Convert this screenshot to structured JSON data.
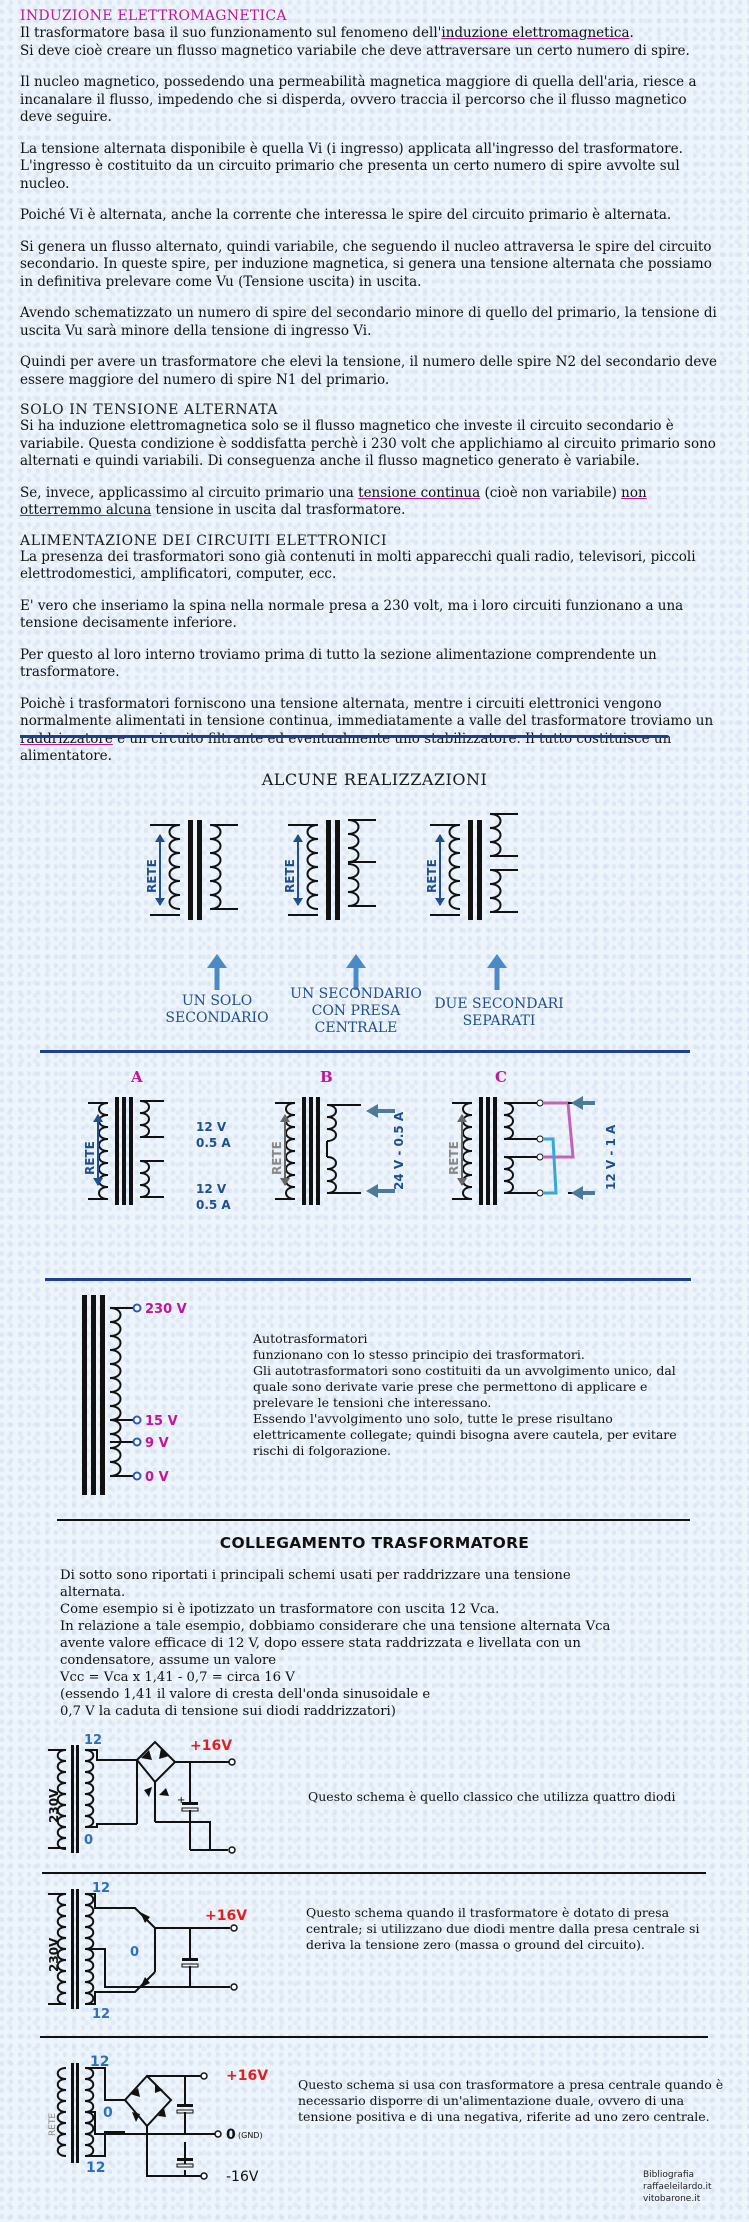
{
  "section1": {
    "title": "INDUZIONE ELETTROMAGNETICA",
    "p1a": "Il trasformatore basa il suo funzionamento sul fenomeno dell'",
    "p1link": "induzione elettromagnetica",
    "p1b": ".",
    "p1c": "Si deve cioè creare un flusso magnetico variabile che deve attraversare un certo numero di spire.",
    "p2": "Il nucleo magnetico, possedendo una permeabilità magnetica maggiore di quella dell'aria, riesce a incanalare il flusso, impedendo che si disperda, ovvero traccia il percorso che il flusso magnetico deve seguire.",
    "p3": "La tensione alternata disponibile è quella Vi (i ingresso) applicata all'ingresso del trasformatore. L'ingresso è costituito da un circuito primario che presenta un certo numero di spire avvolte sul nucleo.",
    "p4": "Poiché Vi è alternata, anche la corrente che interessa le spire del circuito primario è alternata.",
    "p5": "Si genera un flusso alternato, quindi variabile, che seguendo il nucleo attraversa le spire del circuito secondario. In queste spire, per induzione magnetica, si genera una tensione alternata che possiamo in definitiva prelevare come Vu (Tensione uscita) in uscita.",
    "p6": "Avendo schematizzato un numero di spire del secondario minore di quello del primario, la tensione di uscita Vu sarà minore della tensione di ingresso Vi.",
    "p7": "Quindi per avere un trasformatore che elevi la tensione, il numero delle spire N2 del secondario deve essere maggiore del numero di spire N1 del primario."
  },
  "section2": {
    "title": "SOLO IN TENSIONE ALTERNATA",
    "p1": "Si ha induzione elettromagnetica solo se il flusso magnetico che investe il circuito secondario è variabile. Questa condizione è soddisfatta perchè i 230 volt che applichiamo al circuito primario sono alternati e quindi variabili. Di conseguenza anche il flusso magnetico generato è variabile.",
    "p2a": "Se, invece, applicassimo al circuito primario una ",
    "p2link1": "tensione continua",
    "p2b": " (cioè non variabile) ",
    "p2link2": "non otterremmo alcuna",
    "p2c": " tensione in uscita dal trasformatore."
  },
  "section3": {
    "title": "ALIMENTAZIONE DEI CIRCUITI ELETTRONICI",
    "p1": "La presenza dei trasformatori sono già contenuti in molti apparecchi quali radio, televisori, piccoli elettrodomestici, amplificatori, computer, ecc.",
    "p2": "E' vero che inseriamo la spina nella normale presa a 230 volt, ma i loro circuiti funzionano a una tensione decisamente inferiore.",
    "p3": "Per questo al loro interno troviamo prima di tutto la sezione alimentazione comprendente un trasformatore.",
    "p4a": "Poichè i trasformatori forniscono una tensione alternata, mentre i circuiti elettronici vengono normalmente alimentati in tensione continua, immediatamente a valle del trasformatore troviamo un ",
    "p4link": "raddrizzatore",
    "p4b": " e un circuito filtrante ed eventualmente uno stabilizzatore. Il tutto costituisce un alimentatore."
  },
  "realizzazioni": {
    "title": "ALCUNE REALIZZAZIONI",
    "rete": "RETE",
    "cap1": [
      "UN SOLO",
      "SECONDARIO"
    ],
    "cap2": [
      "UN SECONDARIO",
      "CON PRESA",
      "CENTRALE"
    ],
    "cap3": [
      "DUE SECONDARI",
      "SEPARATI"
    ]
  },
  "abc": {
    "A": "A",
    "B": "B",
    "C": "C",
    "rete": "RETE",
    "a_v1": "12 V",
    "a_i1": "0.5 A",
    "a_v2": "12 V",
    "a_i2": "0.5 A",
    "b_label": "24 V - 0.5 A",
    "c_label": "12 V - 1 A"
  },
  "auto": {
    "v230": "230 V",
    "v15": "15 V",
    "v9": "9 V",
    "v0": "0 V",
    "title": "Autotrasformatori",
    "l1": "funzionano con lo stesso principio dei trasformatori.",
    "l2": "Gli autotrasformatori sono costituiti da un avvolgimento unico, dal quale sono derivate varie prese che permettono di applicare e prelevare le tensioni che interessano.",
    "l3": "Essendo l'avvolgimento uno solo, tutte le prese risultano elettricamente collegate; quindi bisogna avere cautela, per evitare rischi di folgorazione."
  },
  "collegamento": {
    "title": "COLLEGAMENTO TRASFORMATORE",
    "l1": "Di sotto sono riportati i principali schemi usati per raddrizzare una tensione alternata.",
    "l2": "Come esempio si è ipotizzato un trasformatore con uscita 12 Vca.",
    "l3": "In relazione a tale esempio, dobbiamo considerare che una tensione alternata Vca avente valore efficace di 12 V, dopo essere stata raddrizzata e livellata con un condensatore, assume un valore",
    "l4": "Vcc = Vca x 1,41 - 0,7 = circa 16 V",
    "l5": "(essendo 1,41 il valore di cresta dell'onda sinusoidale e",
    "l6": "0,7 V la caduta di tensione sui diodi raddrizzatori)"
  },
  "schema1": {
    "v230": "230V",
    "v12": "12",
    "v0": "0",
    "vout": "+16V",
    "o1": "o",
    "o2": "o",
    "desc": "Questo schema è quello classico che utilizza quattro diodi"
  },
  "schema2": {
    "v230": "230V",
    "v12a": "12",
    "v12b": "12",
    "v0": "0",
    "vout": "+16V",
    "o1": "o",
    "o2": "o",
    "desc": "Questo schema quando il trasformatore è dotato di presa centrale; si utilizzano due diodi mentre dalla presa centrale si deriva la tensione zero (massa o ground del circuito)."
  },
  "schema3": {
    "rete": "RETE",
    "v12a": "12",
    "v12b": "12",
    "v0": "0",
    "vpos": "+16V",
    "gnd": "0",
    "gndlbl": "(GND)",
    "vneg": "-16V",
    "desc": "Questo schema si usa con trasformatore a presa centrale quando è necessario disporre di un'alimentazione duale, ovvero di una tensione positiva e di una negativa, riferite ad uno zero centrale."
  },
  "footer": {
    "l1": "Bibliografia",
    "l2": "raffaeleilardo.it",
    "l3": "vitobarone.it"
  }
}
